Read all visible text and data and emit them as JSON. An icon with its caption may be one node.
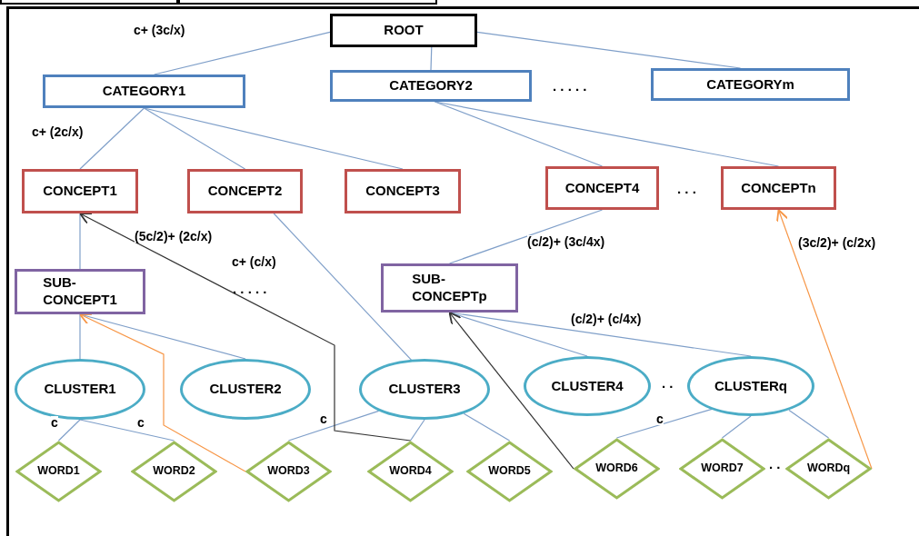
{
  "diagram": {
    "nodes": [
      {
        "text": [
          "ROOT"
        ]
      },
      {
        "text": [
          "CATEGORY1"
        ]
      },
      {
        "text": [
          "CATEGORY2"
        ]
      },
      {
        "text": [
          "CATEGORYm"
        ]
      },
      {
        "text": [
          "CONCEPT1"
        ]
      },
      {
        "text": [
          "CONCEPT2"
        ]
      },
      {
        "text": [
          "CONCEPT3"
        ]
      },
      {
        "text": [
          "CONCEPT4"
        ]
      },
      {
        "text": [
          "CONCEPTn"
        ]
      },
      {
        "text": [
          "SUB- CONCEPT1"
        ]
      },
      {
        "text": [
          "SUB- CONCEPTp"
        ]
      },
      {
        "text": [
          "CLUSTER1"
        ]
      },
      {
        "text": [
          "CLUSTER2"
        ]
      },
      {
        "text": [
          "CLUSTER3"
        ]
      },
      {
        "text": [
          "CLUSTER4"
        ]
      },
      {
        "text": [
          "CLUSTERq"
        ]
      },
      {
        "text": [
          "WORD1"
        ]
      },
      {
        "text": [
          "WORD2"
        ]
      },
      {
        "text": [
          "WORD3"
        ]
      },
      {
        "text": [
          "WORD4"
        ]
      },
      {
        "text": [
          "WORD5"
        ]
      },
      {
        "text": [
          "WORD6"
        ]
      },
      {
        "text": [
          "WORD7"
        ]
      },
      {
        "text": [
          "WORDq"
        ]
      }
    ],
    "edges": [
      {
        "from": 0,
        "to": 1,
        "arrow": "none",
        "label": "c+ (3c/x)"
      },
      {
        "from": 0,
        "to": 2,
        "arrow": "none"
      },
      {
        "from": 0,
        "to": 3,
        "arrow": "none"
      },
      {
        "from": 1,
        "to": 4,
        "arrow": "none",
        "label": "c+ (2c/x)"
      },
      {
        "from": 1,
        "to": 5,
        "arrow": "none"
      },
      {
        "from": 1,
        "to": 6,
        "arrow": "none"
      },
      {
        "from": 2,
        "to": 7,
        "arrow": "none"
      },
      {
        "from": 2,
        "to": 8,
        "arrow": "none"
      },
      {
        "from": 4,
        "to": 9,
        "arrow": "none"
      },
      {
        "from": 5,
        "to": 13,
        "arrow": "none",
        "label": "c+ (c/x)"
      },
      {
        "from": 7,
        "to": 10,
        "arrow": "none",
        "label": "(c/2)+ (3c/4x)"
      },
      {
        "from": 9,
        "to": 11,
        "arrow": "none"
      },
      {
        "from": 9,
        "to": 12,
        "arrow": "none"
      },
      {
        "from": 10,
        "to": 14,
        "arrow": "none"
      },
      {
        "from": 10,
        "to": 15,
        "arrow": "none",
        "label": "(c/2)+ (c/4x)"
      },
      {
        "from": 11,
        "to": 16,
        "arrow": "none",
        "label": "c"
      },
      {
        "from": 11,
        "to": 17,
        "arrow": "none",
        "label": "c"
      },
      {
        "from": 13,
        "to": 18,
        "arrow": "none",
        "label": "c"
      },
      {
        "from": 13,
        "to": 19,
        "arrow": "none"
      },
      {
        "from": 13,
        "to": 20,
        "arrow": "none"
      },
      {
        "from": 15,
        "to": 21,
        "arrow": "none",
        "label": "c"
      },
      {
        "from": 15,
        "to": 22,
        "arrow": "none"
      },
      {
        "from": 15,
        "to": 23,
        "arrow": "none"
      },
      {
        "from": 19,
        "to": 4,
        "arrow": "to",
        "label": "(5c/2)+ (2c/x)",
        "color": "#333333"
      },
      {
        "from": 18,
        "to": 9,
        "arrow": "to",
        "color": "#f79646"
      },
      {
        "from": 21,
        "to": 10,
        "arrow": "to",
        "color": "#333333"
      },
      {
        "from": 23,
        "to": 8,
        "arrow": "to",
        "label": "(3c/2)+ (c/2x)",
        "color": "#f79646"
      }
    ],
    "labels": [
      ". . . . .",
      ". . .",
      ". . . . .",
      ". .",
      ". ."
    ]
  }
}
